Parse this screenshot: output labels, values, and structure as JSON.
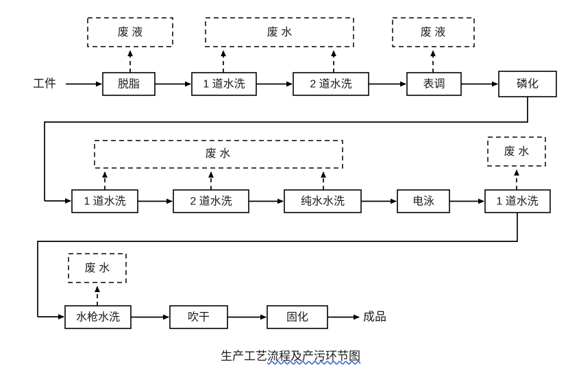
{
  "diagram": {
    "caption_full": "生产工艺流程及产污环节图",
    "caption_plain": "生产工艺",
    "caption_spellchecked": "流程及产污环节图",
    "start_label": "工件",
    "end_label": "成品",
    "accent_spellcheck_color": "#3f6fd8",
    "line_color": "#000000",
    "box_fill": "#ffffff",
    "rows": [
      {
        "name": "row-1",
        "processes": [
          {
            "id": "tuozhi",
            "label": "脱脂"
          },
          {
            "id": "shuixi-1-a",
            "label": "1 道水洗"
          },
          {
            "id": "shuixi-2-a",
            "label": "2 道水洗"
          },
          {
            "id": "biaotiao",
            "label": "表调"
          },
          {
            "id": "linhua",
            "label": "磷化"
          }
        ],
        "wastes": [
          {
            "id": "feiye-1",
            "label": "废 液"
          },
          {
            "id": "feishui-wide-1",
            "label": "废        水"
          },
          {
            "id": "feiye-2",
            "label": "废 液"
          }
        ]
      },
      {
        "name": "row-2",
        "processes": [
          {
            "id": "shuixi-1-b",
            "label": "1 道水洗"
          },
          {
            "id": "shuixi-2-b",
            "label": "2 道水洗"
          },
          {
            "id": "chunshui",
            "label": "纯水水洗"
          },
          {
            "id": "dianyong",
            "label": "电泳"
          },
          {
            "id": "shuixi-1-c",
            "label": "1 道水洗"
          }
        ],
        "wastes": [
          {
            "id": "feishui-wide-2",
            "label": "废            水"
          },
          {
            "id": "feishui-right",
            "label": "废 水"
          }
        ]
      },
      {
        "name": "row-3",
        "processes": [
          {
            "id": "shuiqiang",
            "label": "水枪水洗"
          },
          {
            "id": "chuigan",
            "label": "吹干"
          },
          {
            "id": "guhua",
            "label": "固化"
          }
        ],
        "wastes": [
          {
            "id": "feishui-bottom",
            "label": "废 水"
          }
        ]
      }
    ]
  }
}
